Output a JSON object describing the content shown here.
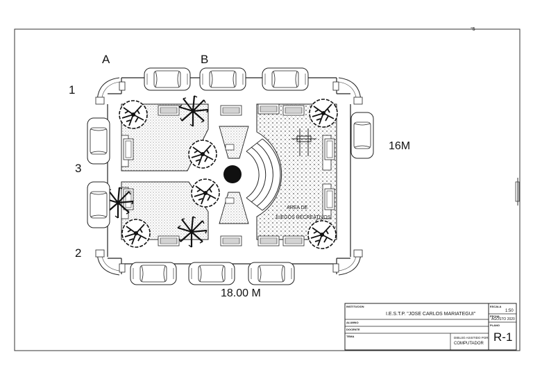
{
  "drawing": {
    "grid_labels": {
      "col_a": "A",
      "col_b": "B",
      "row_1": "1",
      "row_2": "2",
      "row_3": "3"
    },
    "dimensions": {
      "width": "18.00 M",
      "depth": "16M"
    },
    "area_label_1": "AREA DE",
    "area_label_2": "JUEGOS RECREATIVOS",
    "corner_mark": "°5"
  },
  "title_block": {
    "institution_label": "INSTITUCION",
    "institution": "I.E.S.T.P. \"JOSE CARLOS MARIATEGUI\"",
    "student_label": "ALUMNO",
    "teacher_label": "DOCENTE",
    "theme_label": "TEMA",
    "subject_1": "DIBUJO ASISTIDO POR",
    "subject_2": "COMPUTADOR",
    "scale_label": "ESCALA",
    "scale": "1:50",
    "date_label": "FECHA",
    "date": "AGOSTO 2020",
    "sheet_label": "PLANO",
    "sheet": "R-1"
  }
}
